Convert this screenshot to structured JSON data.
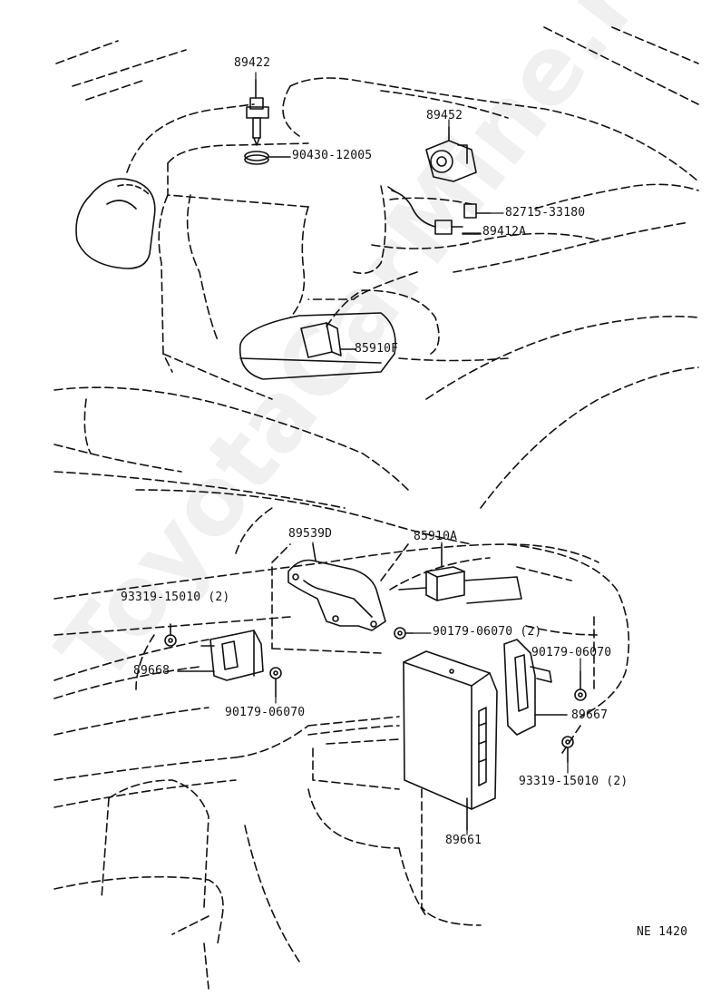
{
  "watermark": "ToyotaCarMine.ru",
  "drawing_code": "NE  1420",
  "callouts": {
    "c89422": "89422",
    "c89452": "89452",
    "c90430": "90430-12005",
    "c82715": "82715-33180",
    "c89412a": "89412A",
    "c85910f": "85910F",
    "c89539d": "89539D",
    "c85910a": "85910A",
    "c93319a": "93319-15010 (2)",
    "c90179a": "90179-06070 (2)",
    "c90179b": "90179-06070",
    "c89668": "89668",
    "c90179c": "90179-06070",
    "c89667": "89667",
    "c93319b": "93319-15010 (2)",
    "c89661": "89661"
  }
}
